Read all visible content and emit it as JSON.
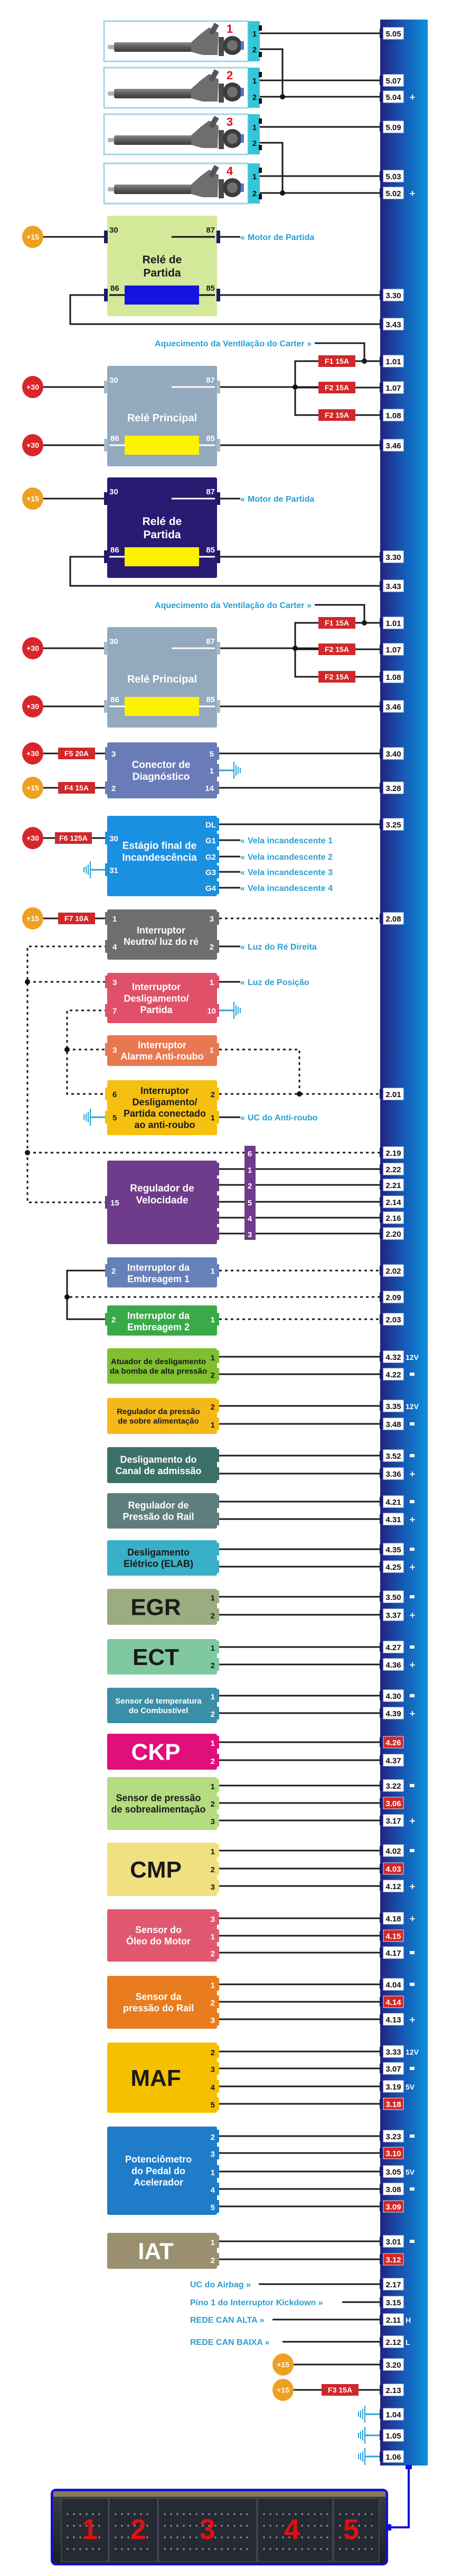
{
  "colors": {
    "wire": "#1a1a1a",
    "ecu_dark": "#23237a",
    "ecu_light": "#0a8ad8",
    "pin_tab": "#1e1a6e",
    "fuse": "#d0282a",
    "power_30": "#d8262a",
    "power_15": "#eea020",
    "ext_label": "#2a9fd0",
    "ground": "#2aa0d8",
    "injector_frame": "#9fd6e4",
    "injector_tab": "#33c6d8",
    "pin_highlight": "#d0282a"
  },
  "injectors": [
    {
      "number": "1",
      "pin1": "1",
      "pin2": "2",
      "ecu1": "5.05",
      "ecu2": "5.04"
    },
    {
      "number": "2",
      "pin1": "1",
      "pin2": "2",
      "ecu1": "5.07",
      "ecu2": "5.04"
    },
    {
      "number": "3",
      "pin1": "1",
      "pin2": "2",
      "ecu1": "5.09",
      "ecu2": "5.02"
    },
    {
      "number": "4",
      "pin1": "1",
      "pin2": "2",
      "ecu1": "5.03",
      "ecu2": "5.02"
    }
  ],
  "relays": [
    {
      "title": [
        "Relé de",
        "Partida"
      ],
      "color": "#d4e89a",
      "text_color": "#1a1a1a",
      "coil_color": "#1414e0",
      "pin_text_color": "#1a1a1a",
      "supply": "+15",
      "p30": "30",
      "p87": "87",
      "p86": "86",
      "p85": "85",
      "out_label": "Motor de Partida",
      "ecu85": "3.30",
      "ecu86": "3.43"
    },
    {
      "title": [
        "Relé Principal"
      ],
      "color": "#93a9bd",
      "text_color": "#ffffff",
      "coil_color": "#fff200",
      "pin_text_color": "#ffffff",
      "supply": "+30",
      "supply2": "+30",
      "p30": "30",
      "p87": "87",
      "p86": "86",
      "p85": "85",
      "top_label": "Aquecimento da Ventilação do Carter",
      "fuses": [
        {
          "label": "F1 15A",
          "ecu": "1.01"
        },
        {
          "label": "F2 15A",
          "ecu": "1.07"
        },
        {
          "label": "F2 15A",
          "ecu": "1.08"
        }
      ],
      "ecu85": "3.46"
    },
    {
      "title": [
        "Relé de",
        "Partida"
      ],
      "color": "#2a1a72",
      "text_color": "#ffffff",
      "coil_color": "#fff200",
      "pin_text_color": "#ffffff",
      "supply": "+15",
      "p30": "30",
      "p87": "87",
      "p86": "86",
      "p85": "85",
      "out_label": "Motor de Partida",
      "ecu85": "3.30",
      "ecu86": "3.43"
    },
    {
      "title": [
        "Relé Principal"
      ],
      "color": "#93a9bd",
      "text_color": "#ffffff",
      "coil_color": "#fff200",
      "pin_text_color": "#ffffff",
      "supply": "+30",
      "supply2": "+30",
      "p30": "30",
      "p87": "87",
      "p86": "86",
      "p85": "85",
      "top_label": "Aquecimento da Ventilação do Carter",
      "fuses": [
        {
          "label": "F1 15A",
          "ecu": "1.01"
        },
        {
          "label": "F2 15A",
          "ecu": "1.07"
        },
        {
          "label": "F2 15A",
          "ecu": "1.08"
        }
      ],
      "ecu85": "3.46"
    }
  ],
  "diagnostic": {
    "title": [
      "Conector de",
      "Diagnóstico"
    ],
    "rows": [
      {
        "supply": "+30",
        "fuse": "F5 20A",
        "in_pin": "3",
        "out_pin": "5",
        "ecu": "3.40"
      },
      {
        "out_pin": "1",
        "ground": true
      },
      {
        "supply": "+15",
        "fuse": "F4 15A",
        "in_pin": "2",
        "out_pin": "14",
        "ecu": "3.28"
      }
    ]
  },
  "glow": {
    "title": [
      "Estágio final de",
      "Incandescência"
    ],
    "supply": "+30",
    "fuse": "F6 125A",
    "in_pin": "30",
    "ground_pin": "31",
    "dl_pin": "DL",
    "dl_ecu": "3.25",
    "outputs": [
      {
        "pin": "G1",
        "label": "Vela incandescente 1"
      },
      {
        "pin": "G2",
        "label": "Vela incandescente 2"
      },
      {
        "pin": "G3",
        "label": "Vela incandescente 3"
      },
      {
        "pin": "G4",
        "label": "Vela incandescente 4"
      }
    ]
  },
  "switches": {
    "neutral": {
      "title": [
        "Interruptor",
        "Neutro/ luz do ré"
      ],
      "supply": "+15",
      "fuse": "F7 10A",
      "p1": "1",
      "p3": "3",
      "p4": "4",
      "p2": "2",
      "ecu": "2.08",
      "out_label": "Luz do Ré Direita"
    },
    "ignition": {
      "title": [
        "Interruptor",
        "Desligamento/",
        "Partida"
      ],
      "p3": "3",
      "p1": "1",
      "p7": "7",
      "p10": "10",
      "out_label": "Luz de Posição"
    },
    "alarm": {
      "title": [
        "Interruptor",
        "Alarme Anti-roubo"
      ],
      "p3": "3",
      "p1": "1"
    },
    "antitheft": {
      "title": [
        "Interruptor",
        "Desligamento/",
        "Partida conectado",
        "ao anti-roubo"
      ],
      "p6": "6",
      "p2": "2",
      "p5": "5",
      "p1": "1",
      "ecu": "2.01",
      "out_label": "UC do Anti-roubo"
    }
  },
  "cruise": {
    "title": [
      "Regulador de",
      "Velocidade"
    ],
    "in_pin": "15",
    "pins": [
      {
        "pin": "6",
        "ecu": "2.19",
        "dotted": true
      },
      {
        "pin": "1",
        "ecu": "2.22"
      },
      {
        "pin": "2",
        "ecu": "2.21"
      },
      {
        "pin": "5",
        "ecu": "2.14"
      },
      {
        "pin": "4",
        "ecu": "2.16"
      },
      {
        "pin": "3",
        "ecu": "2.20"
      }
    ]
  },
  "clutch": [
    {
      "title": [
        "Interruptor da",
        "Embreagem 1"
      ],
      "p2": "2",
      "p1": "1",
      "ecu": "2.02",
      "color": "#6680b8"
    },
    {
      "title": [
        "Interruptor da",
        "Embreagem 2"
      ],
      "p2": "2",
      "p1": "1",
      "ecu": "2.03",
      "color": "#3aaa48"
    }
  ],
  "clutch_common_ecu": "2.09",
  "sensors": [
    {
      "name": "atuador-bomba",
      "title": [
        "Atuador de desligamento",
        "da bomba de alta pressão"
      ],
      "color": "#80c030",
      "text_color": "#1a1a1a",
      "size": "small",
      "pins": [
        {
          "pin": "1",
          "ecu": "4.32",
          "tag": "12V"
        },
        {
          "pin": "2",
          "ecu": "4.22",
          "tag": "-"
        }
      ]
    },
    {
      "name": "regulador-sobrealimentacao",
      "title": [
        "Regulador da pressão",
        "de sobre alimentação"
      ],
      "color": "#f5b818",
      "text_color": "#1a1a1a",
      "size": "small",
      "pins": [
        {
          "pin": "2",
          "ecu": "3.35",
          "tag": "12V"
        },
        {
          "pin": "1",
          "ecu": "3.48",
          "tag": "-"
        }
      ]
    },
    {
      "name": "desligamento-canal",
      "title": [
        "Desligamento do",
        "Canal de admissão"
      ],
      "color": "#3a7068",
      "text_color": "#ffffff",
      "size": "medium",
      "pins": [
        {
          "pin": "",
          "ecu": "3.52",
          "tag": "-"
        },
        {
          "pin": "",
          "ecu": "3.36",
          "tag": "+"
        }
      ]
    },
    {
      "name": "regulador-rail",
      "title": [
        "Regulador de",
        "Pressão do Rail"
      ],
      "color": "#5e7e7e",
      "text_color": "#ffffff",
      "size": "medium",
      "pins": [
        {
          "pin": "",
          "ecu": "4.21",
          "tag": "-"
        },
        {
          "pin": "",
          "ecu": "4.31",
          "tag": "+"
        }
      ]
    },
    {
      "name": "elab",
      "title": [
        "Desligamento",
        "Elétrico (ELAB)"
      ],
      "color": "#3ab0c8",
      "text_color": "#1a1a1a",
      "size": "medium",
      "pins": [
        {
          "pin": "",
          "ecu": "4.35",
          "tag": "-"
        },
        {
          "pin": "",
          "ecu": "4.25",
          "tag": "+"
        }
      ]
    },
    {
      "name": "egr",
      "title": [
        "EGR"
      ],
      "color": "#9aac80",
      "text_color": "#1a1a1a",
      "size": "big",
      "pins": [
        {
          "pin": "1",
          "ecu": "3.50",
          "tag": "-"
        },
        {
          "pin": "2",
          "ecu": "3.37",
          "tag": "+"
        }
      ]
    },
    {
      "name": "ect",
      "title": [
        "ECT"
      ],
      "color": "#80c8a0",
      "text_color": "#1a1a1a",
      "size": "big",
      "pins": [
        {
          "pin": "1",
          "ecu": "4.27",
          "tag": "-"
        },
        {
          "pin": "2",
          "ecu": "4.36",
          "tag": "+"
        }
      ]
    },
    {
      "name": "sensor-temp-combustivel",
      "title": [
        "Sensor de temperatura",
        "do Combustível"
      ],
      "color": "#3a8ea8",
      "text_color": "#ffffff",
      "size": "small",
      "pins": [
        {
          "pin": "1",
          "ecu": "4.30",
          "tag": "-"
        },
        {
          "pin": "2",
          "ecu": "4.39",
          "tag": "+"
        }
      ]
    },
    {
      "name": "ckp",
      "title": [
        "CKP"
      ],
      "color": "#e0107a",
      "text_color": "#ffffff",
      "size": "big",
      "pins": [
        {
          "pin": "1",
          "ecu": "4.26",
          "tag": "",
          "highlight": true
        },
        {
          "pin": "2",
          "ecu": "4.37",
          "tag": ""
        }
      ]
    },
    {
      "name": "sensor-pressao-sobrealimentacao",
      "title": [
        "Sensor de pressão",
        "de sobrealimentação"
      ],
      "color": "#b4dc80",
      "text_color": "#1a1a1a",
      "size": "medium",
      "pins": [
        {
          "pin": "1",
          "ecu": "3.22",
          "tag": "-"
        },
        {
          "pin": "2",
          "ecu": "3.06",
          "tag": "",
          "highlight": true
        },
        {
          "pin": "3",
          "ecu": "3.17",
          "tag": "+"
        }
      ]
    },
    {
      "name": "cmp",
      "title": [
        "CMP"
      ],
      "color": "#f0e080",
      "text_color": "#1a1a1a",
      "size": "big",
      "pins": [
        {
          "pin": "1",
          "ecu": "4.02",
          "tag": "-"
        },
        {
          "pin": "2",
          "ecu": "4.03",
          "tag": "",
          "highlight": true
        },
        {
          "pin": "3",
          "ecu": "4.12",
          "tag": "+"
        }
      ]
    },
    {
      "name": "sensor-oleo",
      "title": [
        "Sensor do",
        "Óleo do Motor"
      ],
      "color": "#e05870",
      "text_color": "#ffffff",
      "size": "medium",
      "pins": [
        {
          "pin": "3",
          "ecu": "4.18",
          "tag": "+"
        },
        {
          "pin": "1",
          "ecu": "4.15",
          "tag": "",
          "highlight": true
        },
        {
          "pin": "2",
          "ecu": "4.17",
          "tag": "-"
        }
      ]
    },
    {
      "name": "sensor-pressao-rail",
      "title": [
        "Sensor da",
        "pressão do Rail"
      ],
      "color": "#e87c1e",
      "text_color": "#ffffff",
      "size": "medium",
      "pins": [
        {
          "pin": "1",
          "ecu": "4.04",
          "tag": "-"
        },
        {
          "pin": "2",
          "ecu": "4.14",
          "tag": "",
          "highlight": true
        },
        {
          "pin": "3",
          "ecu": "4.13",
          "tag": "+"
        }
      ]
    },
    {
      "name": "maf",
      "title": [
        "MAF"
      ],
      "color": "#f5c000",
      "text_color": "#1a1a1a",
      "size": "big",
      "pins": [
        {
          "pin": "2",
          "ecu": "3.33",
          "tag": "12V"
        },
        {
          "pin": "3",
          "ecu": "3.07",
          "tag": "-"
        },
        {
          "pin": "4",
          "ecu": "3.19",
          "tag": "5V"
        },
        {
          "pin": "5",
          "ecu": "3.18",
          "tag": "",
          "highlight": true
        }
      ]
    },
    {
      "name": "pedal-acelerador",
      "title": [
        "Potenciômetro",
        "do Pedal do",
        "Acelerador"
      ],
      "color": "#1e7cc8",
      "text_color": "#ffffff",
      "size": "medium",
      "pins": [
        {
          "pin": "2",
          "ecu": "3.23",
          "tag": "-"
        },
        {
          "pin": "3",
          "ecu": "3.10",
          "tag": "",
          "highlight": true
        },
        {
          "pin": "1",
          "ecu": "3.05",
          "tag": "5V"
        },
        {
          "pin": "4",
          "ecu": "3.08",
          "tag": "-"
        },
        {
          "pin": "5",
          "ecu": "3.09",
          "tag": "",
          "highlight": true
        }
      ]
    },
    {
      "name": "iat",
      "title": [
        "IAT"
      ],
      "color": "#9a9070",
      "text_color": "#ffffff",
      "size": "big",
      "pins": [
        {
          "pin": "1",
          "ecu": "3.01",
          "tag": "-"
        },
        {
          "pin": "2",
          "ecu": "3.12",
          "tag": "",
          "highlight": true
        }
      ]
    }
  ],
  "external": [
    {
      "label": "UC do Airbag",
      "ecu": "2.17",
      "tag": ""
    },
    {
      "label": "Pino 1 do Interruptor Kickdown",
      "ecu": "3.15",
      "tag": ""
    },
    {
      "label": "REDE CAN ALTA",
      "ecu": "2.11",
      "tag": "H"
    },
    {
      "label": "REDE CAN BAIXA",
      "ecu": "2.12",
      "tag": "L"
    }
  ],
  "supplies": [
    {
      "supply": "+15",
      "ecu": "3.20"
    },
    {
      "supply": "+15",
      "fuse": "F3 15A",
      "ecu": "2.13"
    }
  ],
  "grounds": [
    "1.04",
    "1.05",
    "1.06"
  ],
  "ecu_connector": {
    "sections": [
      "1",
      "2",
      "3",
      "4",
      "5"
    ]
  }
}
